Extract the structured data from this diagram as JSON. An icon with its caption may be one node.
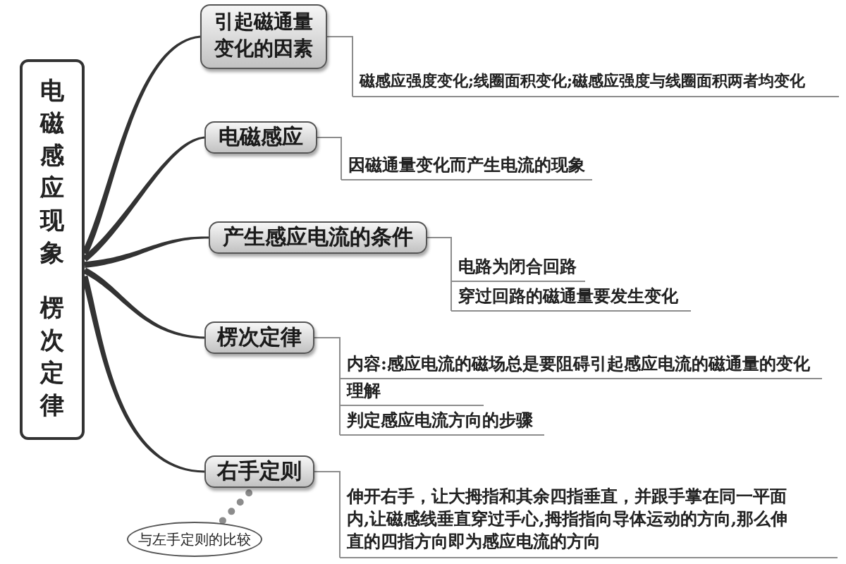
{
  "diagram": {
    "nodes": [
      {
        "text": [
          "电磁感应现象",
          "楞次定律"
        ]
      },
      {
        "text": [
          "引起磁通量变化的因素"
        ]
      },
      {
        "text": [
          "磁感应强度变化;线圈面积变化;磁感应强度与线圈面积两者均变化"
        ]
      },
      {
        "text": [
          "电磁感应"
        ]
      },
      {
        "text": [
          "因磁通量变化而产生电流的现象"
        ]
      },
      {
        "text": [
          "产生感应电流的条件"
        ]
      },
      {
        "text": [
          "电路为闭合回路"
        ]
      },
      {
        "text": [
          "穿过回路的磁通量要发生变化"
        ]
      },
      {
        "text": [
          "楞次定律"
        ]
      },
      {
        "text": [
          "内容:感应电流的磁场总是要阻碍引起感应电流的磁通量的变化"
        ]
      },
      {
        "text": [
          "理解"
        ]
      },
      {
        "text": [
          "判定感应电流方向的步骤"
        ]
      },
      {
        "text": [
          "右手定则"
        ]
      },
      {
        "text": [
          "伸开右手，让大拇指和其余四指垂直，并跟手掌在同一平面内,让磁感线垂直穿过手心,拇指指向导体运动的方向,那么伸直的四指方向即为感应电流的方向"
        ]
      },
      {
        "text": [
          "与左手定则的比较"
        ]
      }
    ],
    "edges": [
      {
        "from": 0,
        "to": 1,
        "arrow": "none",
        "style": "thick",
        "color": "#333333"
      },
      {
        "from": 0,
        "to": 3,
        "arrow": "none",
        "style": "thick",
        "color": "#333333"
      },
      {
        "from": 0,
        "to": 5,
        "arrow": "none",
        "style": "thick",
        "color": "#333333"
      },
      {
        "from": 0,
        "to": 8,
        "arrow": "none",
        "style": "thick",
        "color": "#333333"
      },
      {
        "from": 0,
        "to": 12,
        "arrow": "none",
        "style": "thick",
        "color": "#333333"
      },
      {
        "from": 1,
        "to": 2,
        "arrow": "none"
      },
      {
        "from": 3,
        "to": 4,
        "arrow": "none"
      },
      {
        "from": 5,
        "to": 6,
        "arrow": "none"
      },
      {
        "from": 5,
        "to": 7,
        "arrow": "none"
      },
      {
        "from": 8,
        "to": 9,
        "arrow": "none"
      },
      {
        "from": 8,
        "to": 10,
        "arrow": "none"
      },
      {
        "from": 8,
        "to": 11,
        "arrow": "none"
      },
      {
        "from": 12,
        "to": 13,
        "arrow": "none"
      },
      {
        "from": 12,
        "to": 14,
        "arrow": "none",
        "style": "dashed"
      }
    ]
  }
}
